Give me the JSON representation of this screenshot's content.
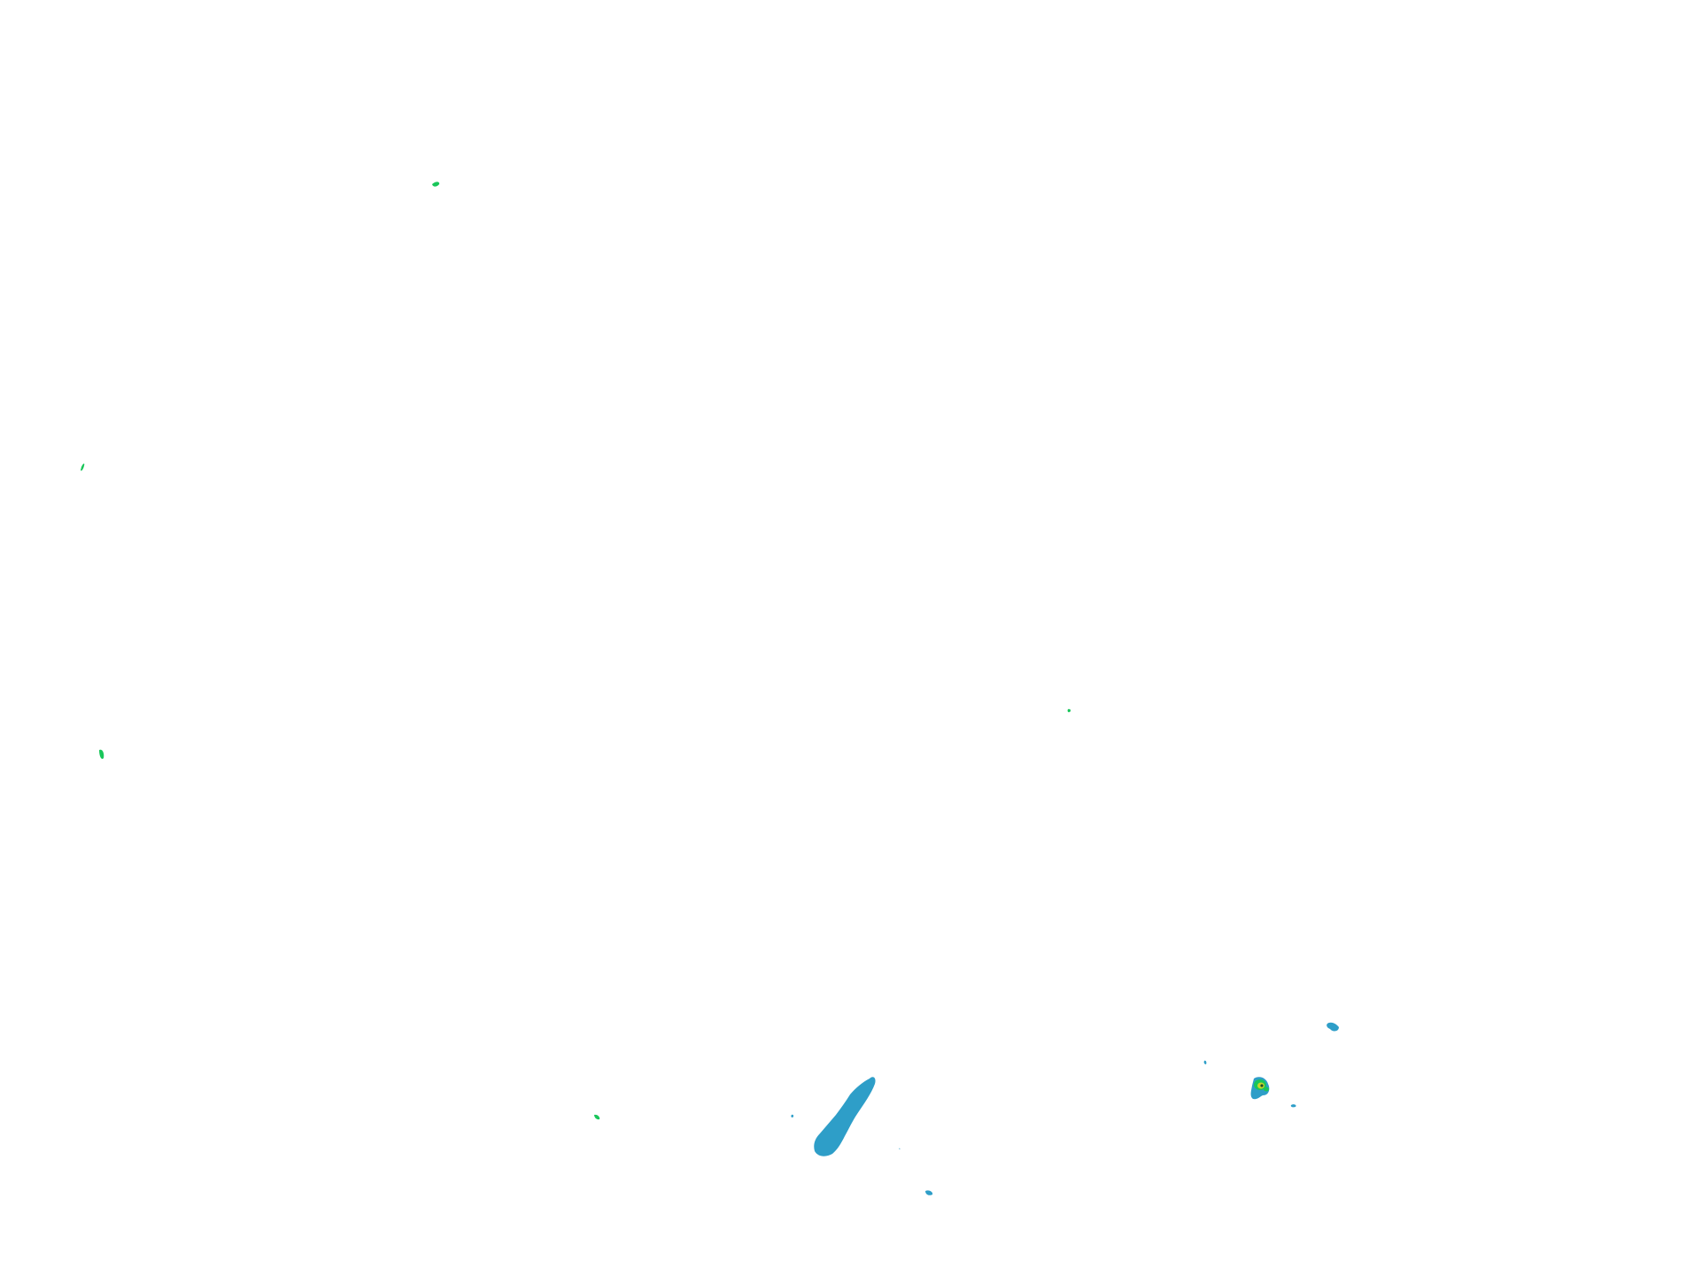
{
  "map": {
    "background_color": "#ffffff",
    "palette": {
      "water_blue": "#2e9ec8",
      "green": "#19c65a",
      "yellow_green": "#c6d62a",
      "dark": "#1a4f2e"
    },
    "features": [
      {
        "name": "green-speck-top",
        "color_key": "green"
      },
      {
        "name": "green-speck-left-upper",
        "color_key": "green"
      },
      {
        "name": "green-speck-left-middle",
        "color_key": "green"
      },
      {
        "name": "green-speck-bottom-left",
        "color_key": "green"
      },
      {
        "name": "teal-speck-center",
        "color_key": "green"
      },
      {
        "name": "blue-elongated-body",
        "color_key": "water_blue"
      },
      {
        "name": "blue-speck-small-1",
        "color_key": "water_blue"
      },
      {
        "name": "blue-speck-small-2",
        "color_key": "water_blue"
      },
      {
        "name": "blue-speck-bottom",
        "color_key": "water_blue"
      },
      {
        "name": "blue-speck-right-1",
        "color_key": "water_blue"
      },
      {
        "name": "blue-speck-right-2",
        "color_key": "water_blue"
      },
      {
        "name": "blue-speck-right-3",
        "color_key": "water_blue"
      },
      {
        "name": "multicolor-cluster-right",
        "color_key": "water_blue"
      }
    ]
  }
}
